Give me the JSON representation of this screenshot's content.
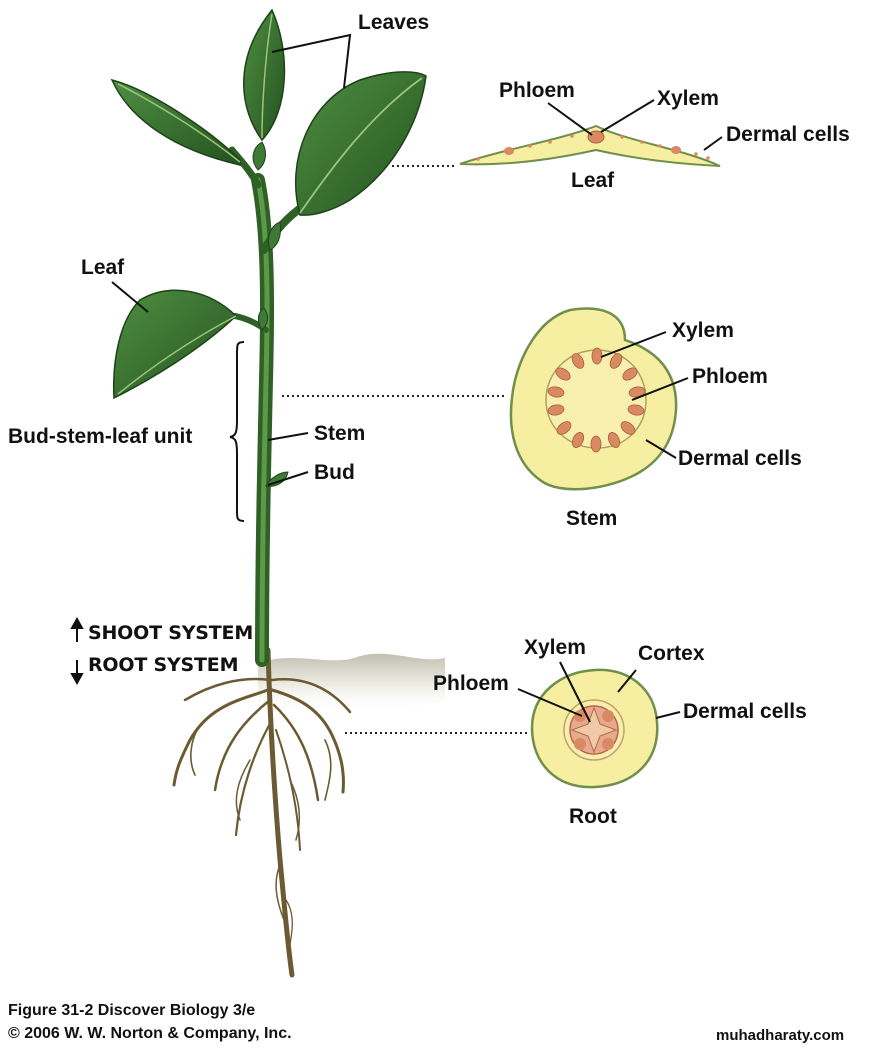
{
  "labels": {
    "leaves": "Leaves",
    "leaf": "Leaf",
    "bud_stem_leaf_unit": "Bud-stem-leaf unit",
    "stem": "Stem",
    "bud": "Bud",
    "shoot_system": "SHOOT SYSTEM",
    "root_system": "ROOT SYSTEM"
  },
  "leaf_section": {
    "phloem": "Phloem",
    "xylem": "Xylem",
    "dermal_cells": "Dermal cells",
    "caption": "Leaf"
  },
  "stem_section": {
    "xylem": "Xylem",
    "phloem": "Phloem",
    "dermal_cells": "Dermal cells",
    "caption": "Stem"
  },
  "root_section": {
    "xylem": "Xylem",
    "cortex": "Cortex",
    "phloem": "Phloem",
    "dermal_cells": "Dermal cells",
    "caption": "Root"
  },
  "footer": {
    "figure": "Figure 31-2  Discover Biology 3/e",
    "copyright": "© 2006 W. W. Norton & Company, Inc.",
    "site": "muhadharaty.com"
  },
  "colors": {
    "leaf_green": "#3e7a35",
    "tissue_yellow": "#f6eea0",
    "vascular_orange": "#d98a62",
    "root_brown": "#6b5a32"
  }
}
